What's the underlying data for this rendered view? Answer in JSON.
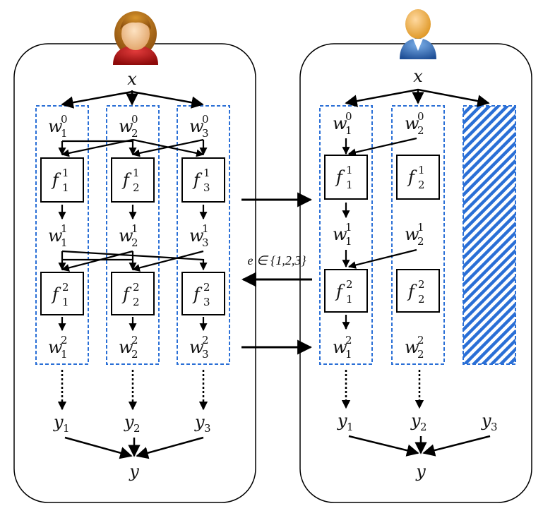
{
  "colors": {
    "dashed_group": "#2a6fd6",
    "arrow": "#000000",
    "panel_border": "#000000",
    "hatch": "#2a6fd6"
  },
  "icons": {
    "left_user": "female-user-icon",
    "right_user": "male-user-icon"
  },
  "left_panel": {
    "input": "x",
    "output": "y",
    "columns": [
      {
        "w0": "w",
        "w0_sub": "1",
        "w0_sup": "0",
        "f1": "f",
        "f1_sub": "1",
        "f1_sup": "1",
        "w1": "w",
        "w1_sub": "1",
        "w1_sup": "1",
        "f2": "f",
        "f2_sub": "1",
        "f2_sup": "2",
        "w2": "w",
        "w2_sub": "1",
        "w2_sup": "2",
        "y": "y",
        "y_sub": "1"
      },
      {
        "w0": "w",
        "w0_sub": "2",
        "w0_sup": "0",
        "f1": "f",
        "f1_sub": "2",
        "f1_sup": "1",
        "w1": "w",
        "w1_sub": "2",
        "w1_sup": "1",
        "f2": "f",
        "f2_sub": "2",
        "f2_sup": "2",
        "w2": "w",
        "w2_sub": "2",
        "w2_sup": "2",
        "y": "y",
        "y_sub": "2"
      },
      {
        "w0": "w",
        "w0_sub": "3",
        "w0_sup": "0",
        "f1": "f",
        "f1_sub": "3",
        "f1_sup": "1",
        "w1": "w",
        "w1_sub": "3",
        "w1_sup": "1",
        "f2": "f",
        "f2_sub": "3",
        "f2_sup": "2",
        "w2": "w",
        "w2_sub": "3",
        "w2_sup": "2",
        "y": "y",
        "y_sub": "3"
      }
    ]
  },
  "right_panel": {
    "input": "x",
    "output": "y",
    "columns": [
      {
        "w0": "w",
        "w0_sub": "1",
        "w0_sup": "0",
        "f1": "f",
        "f1_sub": "1",
        "f1_sup": "1",
        "w1": "w",
        "w1_sub": "1",
        "w1_sup": "1",
        "f2": "f",
        "f2_sub": "1",
        "f2_sup": "2",
        "w2": "w",
        "w2_sub": "1",
        "w2_sup": "2",
        "y": "y",
        "y_sub": "1"
      },
      {
        "w0": "w",
        "w0_sub": "2",
        "w0_sup": "0",
        "f1": "f",
        "f1_sub": "2",
        "f1_sup": "1",
        "w1": "w",
        "w1_sub": "2",
        "w1_sup": "1",
        "f2": "f",
        "f2_sub": "2",
        "f2_sup": "2",
        "w2": "w",
        "w2_sub": "2",
        "w2_sup": "2",
        "y": "y",
        "y_sub": "2"
      }
    ],
    "third_output": "y",
    "third_output_sub": "3"
  },
  "middle": {
    "label": "e ∈ {1,2,3}"
  }
}
